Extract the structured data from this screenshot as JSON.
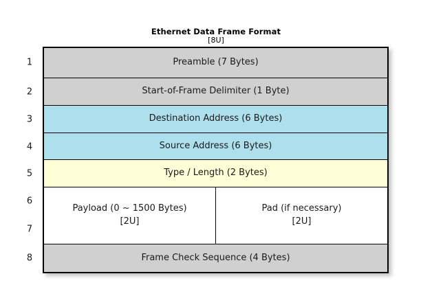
{
  "title": {
    "main": "Ethernet Data Frame Format",
    "sub": "[8U]"
  },
  "row_numbers": [
    "1",
    "2",
    "3",
    "4",
    "5",
    "6",
    "7",
    "8"
  ],
  "colors": {
    "gray": "#d0d0d0",
    "blue": "#ade0ec",
    "yellow": "#ffffd7",
    "white": "#ffffff",
    "border": "#000000",
    "text": "#1a1a1a"
  },
  "rows": [
    {
      "number": "1",
      "label": "Preamble (7 Bytes)",
      "fill": "#d0d0d0"
    },
    {
      "number": "2",
      "label": "Start-of-Frame Delimiter (1 Byte)",
      "fill": "#d0d0d0"
    },
    {
      "number": "3",
      "label": "Destination Address (6 Bytes)",
      "fill": "#ade0ec"
    },
    {
      "number": "4",
      "label": "Source Address (6 Bytes)",
      "fill": "#ade0ec"
    },
    {
      "number": "5",
      "label": "Type / Length (2 Bytes)",
      "fill": "#ffffd7"
    },
    {
      "number": "6-7",
      "label_left": "Payload (0 ~ 1500 Bytes)\n[2U]",
      "label_right": "Pad (if necessary)\n[2U]",
      "fill": "#ffffff"
    },
    {
      "number": "8",
      "label": "Frame Check Sequence (4 Bytes)",
      "fill": "#d0d0d0"
    }
  ]
}
